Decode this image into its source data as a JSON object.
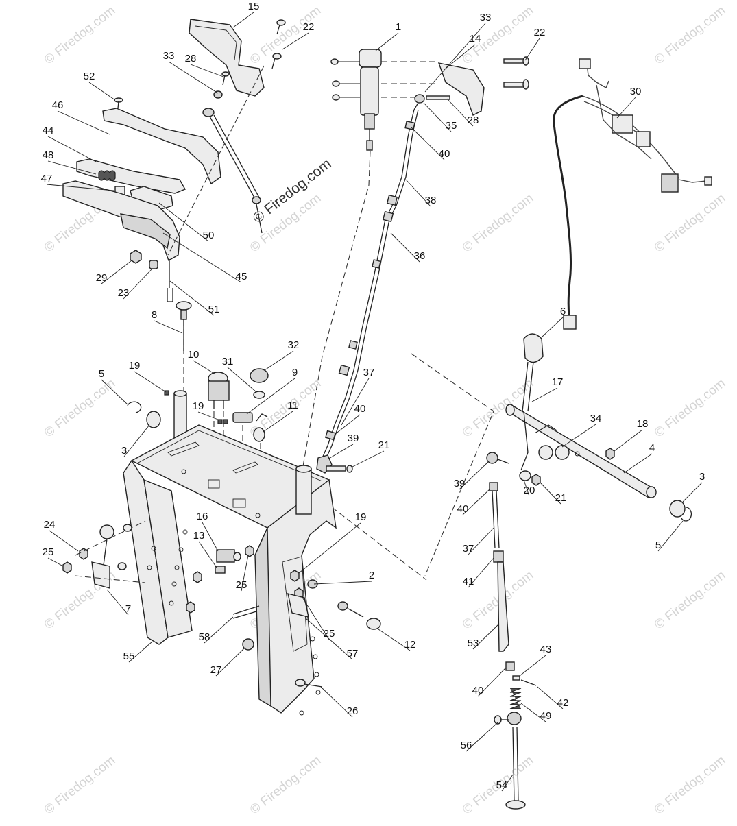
{
  "watermark": {
    "text": "© Firedog.com",
    "center_text": "© Firedog.com"
  },
  "callouts": [
    {
      "id": "c15",
      "label": "15"
    },
    {
      "id": "c22a",
      "label": "22"
    },
    {
      "id": "c33a",
      "label": "33"
    },
    {
      "id": "c28a",
      "label": "28"
    },
    {
      "id": "c52",
      "label": "52"
    },
    {
      "id": "c46",
      "label": "46"
    },
    {
      "id": "c44",
      "label": "44"
    },
    {
      "id": "c48",
      "label": "48"
    },
    {
      "id": "c47",
      "label": "47"
    },
    {
      "id": "c50",
      "label": "50"
    },
    {
      "id": "c45",
      "label": "45"
    },
    {
      "id": "c29",
      "label": "29"
    },
    {
      "id": "c23",
      "label": "23"
    },
    {
      "id": "c51",
      "label": "51"
    },
    {
      "id": "c1",
      "label": "1"
    },
    {
      "id": "c33b",
      "label": "33"
    },
    {
      "id": "c14",
      "label": "14"
    },
    {
      "id": "c22b",
      "label": "22"
    },
    {
      "id": "c35",
      "label": "35"
    },
    {
      "id": "c28b",
      "label": "28"
    },
    {
      "id": "c40a",
      "label": "40"
    },
    {
      "id": "c38",
      "label": "38"
    },
    {
      "id": "c36",
      "label": "36"
    },
    {
      "id": "c30",
      "label": "30"
    },
    {
      "id": "c8",
      "label": "8"
    },
    {
      "id": "c10",
      "label": "10"
    },
    {
      "id": "c32",
      "label": "32"
    },
    {
      "id": "c31",
      "label": "31"
    },
    {
      "id": "c9",
      "label": "9"
    },
    {
      "id": "c19a",
      "label": "19"
    },
    {
      "id": "c5a",
      "label": "5"
    },
    {
      "id": "c19b",
      "label": "19"
    },
    {
      "id": "c11",
      "label": "11"
    },
    {
      "id": "c3a",
      "label": "3"
    },
    {
      "id": "c37a",
      "label": "37"
    },
    {
      "id": "c40b",
      "label": "40"
    },
    {
      "id": "c39a",
      "label": "39"
    },
    {
      "id": "c21a",
      "label": "21"
    },
    {
      "id": "c6",
      "label": "6"
    },
    {
      "id": "c17",
      "label": "17"
    },
    {
      "id": "c34",
      "label": "34"
    },
    {
      "id": "c18",
      "label": "18"
    },
    {
      "id": "c4",
      "label": "4"
    },
    {
      "id": "c39b",
      "label": "39"
    },
    {
      "id": "c20",
      "label": "20"
    },
    {
      "id": "c21b",
      "label": "21"
    },
    {
      "id": "c3b",
      "label": "3"
    },
    {
      "id": "c40c",
      "label": "40"
    },
    {
      "id": "c5b",
      "label": "5"
    },
    {
      "id": "c24",
      "label": "24"
    },
    {
      "id": "c25a",
      "label": "25"
    },
    {
      "id": "c16",
      "label": "16"
    },
    {
      "id": "c13",
      "label": "13"
    },
    {
      "id": "c19c",
      "label": "19"
    },
    {
      "id": "c37b",
      "label": "37"
    },
    {
      "id": "c2",
      "label": "2"
    },
    {
      "id": "c7",
      "label": "7"
    },
    {
      "id": "c25b",
      "label": "25"
    },
    {
      "id": "c41",
      "label": "41"
    },
    {
      "id": "c58",
      "label": "58"
    },
    {
      "id": "c25c",
      "label": "25"
    },
    {
      "id": "c12",
      "label": "12"
    },
    {
      "id": "c55",
      "label": "55"
    },
    {
      "id": "c57",
      "label": "57"
    },
    {
      "id": "c53",
      "label": "53"
    },
    {
      "id": "c27",
      "label": "27"
    },
    {
      "id": "c43",
      "label": "43"
    },
    {
      "id": "c26",
      "label": "26"
    },
    {
      "id": "c40d",
      "label": "40"
    },
    {
      "id": "c42",
      "label": "42"
    },
    {
      "id": "c49",
      "label": "49"
    },
    {
      "id": "c56",
      "label": "56"
    },
    {
      "id": "c54",
      "label": "54"
    }
  ]
}
